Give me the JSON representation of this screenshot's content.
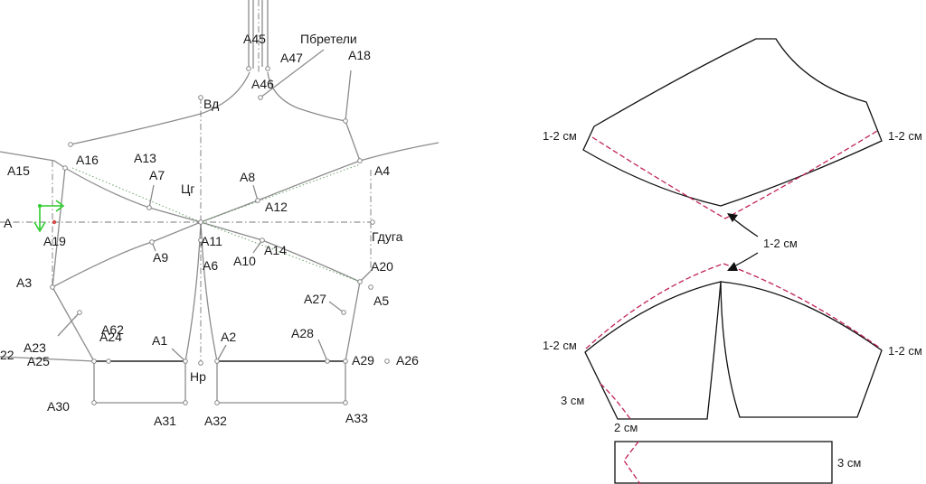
{
  "pattern_labels": {
    "a45": "A45",
    "pbreteli": "Пбретели",
    "a47": "A47",
    "a18": "A18",
    "a46": "A46",
    "vd": "Вд",
    "a15": "A15",
    "a16": "A16",
    "a13": "A13",
    "a7": "A7",
    "a8": "A8",
    "a4": "A4",
    "cg": "Цг",
    "a12": "A12",
    "a": "A",
    "a19": "A19",
    "a11": "A11",
    "gduga": "Гдуга",
    "a9": "A9",
    "a6": "A6",
    "a10": "A10",
    "a14": "A14",
    "a20": "A20",
    "a3": "A3",
    "a27": "A27",
    "a5": "A5",
    "a23": "A23",
    "a62": "A62",
    "a24": "A24",
    "a1": "A1",
    "a2": "A2",
    "a28": "A28",
    "a22": "22",
    "a25": "A25",
    "a29": "A29",
    "a26": "A26",
    "np": "Нр",
    "a30": "A30",
    "a31": "A31",
    "a32": "A32",
    "a33": "A33"
  },
  "allowance_labels": {
    "top_left": "1-2 см",
    "top_right": "1-2 см",
    "middle": "1-2 см",
    "mid_left": "1-2 см",
    "mid_right": "1-2 см",
    "left_3cm": "3 см",
    "bottom_2cm": "2 см",
    "band_3cm": "3 см"
  },
  "colors": {
    "seam_line": "#c0245a",
    "guide_arrow": "#2ecc2e"
  }
}
